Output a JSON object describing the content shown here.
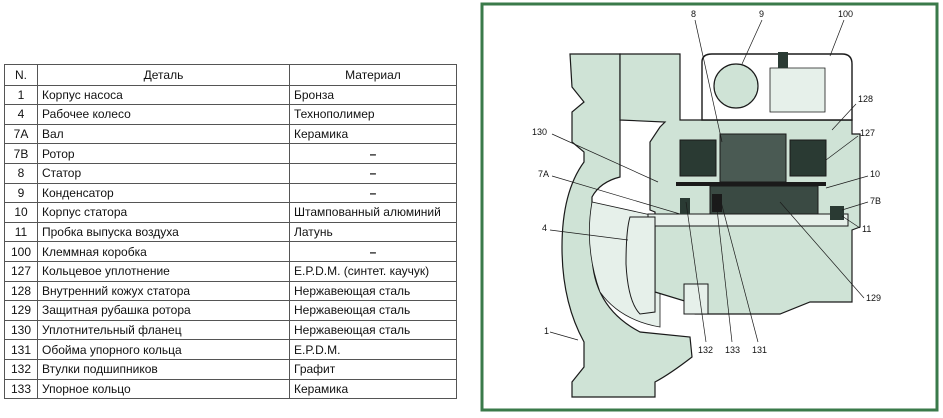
{
  "table": {
    "headers": [
      "N.",
      "Деталь",
      "Материал"
    ],
    "rows": [
      {
        "num": "1",
        "part": "Корпус насоса",
        "material": "Бронза"
      },
      {
        "num": "4",
        "part": "Рабочее колесо",
        "material": "Технополимер"
      },
      {
        "num": "7A",
        "part": "Вал",
        "material": "Керамика"
      },
      {
        "num": "7B",
        "part": "Ротор",
        "material": "–"
      },
      {
        "num": "8",
        "part": "Статор",
        "material": "–"
      },
      {
        "num": "9",
        "part": "Конденсатор",
        "material": "–"
      },
      {
        "num": "10",
        "part": "Корпус статора",
        "material": "Штампованный алюминий"
      },
      {
        "num": "11",
        "part": "Пробка выпуска воздуха",
        "material": "Латунь"
      },
      {
        "num": "100",
        "part": "Клеммная коробка",
        "material": "–"
      },
      {
        "num": "127",
        "part": "Кольцевое уплотнение",
        "material": "E.P.D.M. (синтет. каучук)"
      },
      {
        "num": "128",
        "part": "Внутренний кожух статора",
        "material": "Нержавеющая сталь"
      },
      {
        "num": "129",
        "part": "Защитная рубашка ротора",
        "material": "Нержавеющая сталь"
      },
      {
        "num": "130",
        "part": "Уплотнительный фланец",
        "material": "Нержавеющая сталь"
      },
      {
        "num": "131",
        "part": "Обойма упорного кольца",
        "material": "E.P.D.M."
      },
      {
        "num": "132",
        "part": "Втулки подшипников",
        "material": "Графит"
      },
      {
        "num": "133",
        "part": "Упорное кольцо",
        "material": "Керамика"
      }
    ]
  },
  "diagram": {
    "colors": {
      "frame": "#3a7a4a",
      "fill": "#cfe3d6",
      "dark": "#2a3a33",
      "line": "#1a1a1a"
    },
    "callouts": {
      "c8": "8",
      "c9": "9",
      "c100": "100",
      "c128": "128",
      "c130": "130",
      "c127": "127",
      "c7a": "7A",
      "c10": "10",
      "c4": "4",
      "c7b": "7B",
      "c11": "11",
      "c129": "129",
      "c1": "1",
      "c132": "132",
      "c133": "133",
      "c131": "131"
    }
  }
}
